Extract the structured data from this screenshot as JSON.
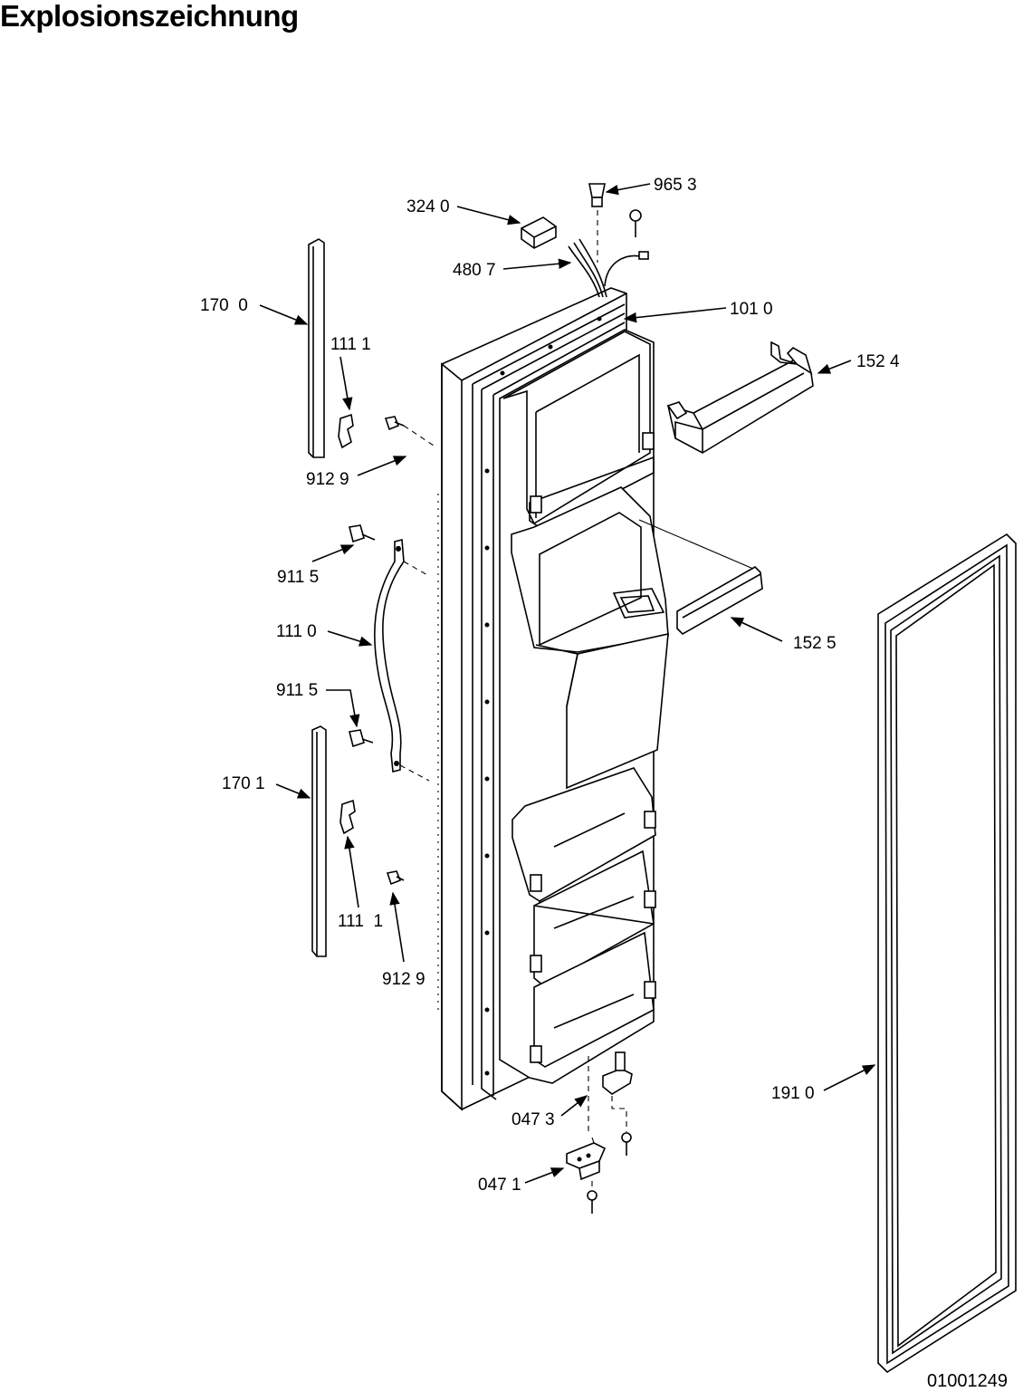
{
  "title": "Explosionszeichnung",
  "doc_number": "01001249",
  "callouts": [
    {
      "id": "c-9653",
      "label": "965 3"
    },
    {
      "id": "c-3240",
      "label": "324 0"
    },
    {
      "id": "c-4807",
      "label": "480 7"
    },
    {
      "id": "c-1700",
      "label": "170  0"
    },
    {
      "id": "c-1010",
      "label": "101 0"
    },
    {
      "id": "c-1111a",
      "label": "111 1"
    },
    {
      "id": "c-1524",
      "label": "152 4"
    },
    {
      "id": "c-9129a",
      "label": "912 9"
    },
    {
      "id": "c-9115a",
      "label": "911 5"
    },
    {
      "id": "c-1110",
      "label": "111 0"
    },
    {
      "id": "c-1525",
      "label": "152 5"
    },
    {
      "id": "c-9115b",
      "label": "911 5"
    },
    {
      "id": "c-1701",
      "label": "170 1"
    },
    {
      "id": "c-1111b",
      "label": "111  1"
    },
    {
      "id": "c-9129b",
      "label": "912 9"
    },
    {
      "id": "c-1910",
      "label": "191 0"
    },
    {
      "id": "c-0473",
      "label": "047 3"
    },
    {
      "id": "c-0471",
      "label": "047 1"
    }
  ]
}
